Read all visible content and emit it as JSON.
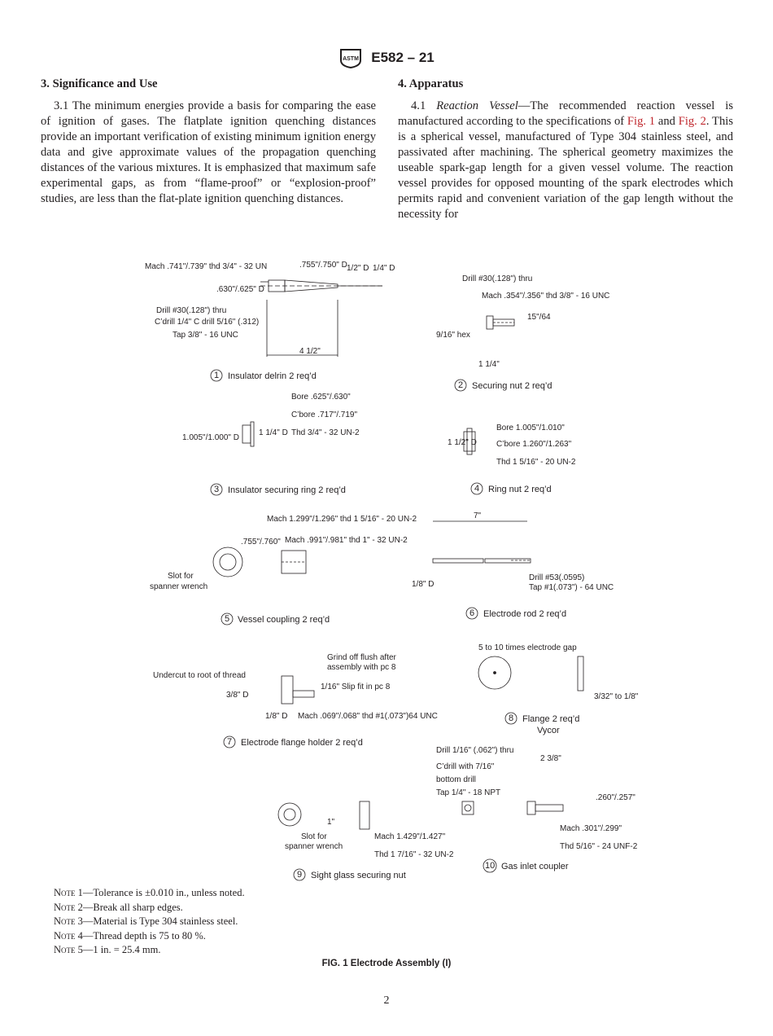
{
  "header": {
    "logo_text": "ASTM",
    "doc_id": "E582 – 21"
  },
  "left_column": {
    "heading": "3. Significance and Use",
    "paragraph": "3.1 The minimum energies provide a basis for comparing the ease of ignition of gases. The flatplate ignition quenching distances provide an important verification of existing minimum ignition energy data and give approximate values of the propagation quenching distances of the various mixtures. It is emphasized that maximum safe experimental gaps, as from “flame-proof” or “explosion-proof” studies, are less than the flat-plate ignition quenching distances."
  },
  "right_column": {
    "heading": "4. Apparatus",
    "para_lead": "4.1 ",
    "para_term": "Reaction Vessel",
    "para_part1": "—The recommended reaction vessel is manufactured according to the specifications of ",
    "link1": "Fig. 1",
    "para_and": " and ",
    "link2": "Fig. 2",
    "para_part2": ". This is a spherical vessel, manufactured of Type 304 stainless steel, and passivated after machining. The spherical geometry maximizes the useable spark-gap length for a given vessel volume. The reaction vessel provides for opposed mounting of the spark electrodes which permits rapid and convenient variation of the gap length without the necessity for"
  },
  "figure": {
    "parts": [
      {
        "num": "1",
        "label": "Insulator delrin 2 req’d"
      },
      {
        "num": "2",
        "label": "Securing nut 2 req’d"
      },
      {
        "num": "3",
        "label": "Insulator securing ring 2 req’d"
      },
      {
        "num": "4",
        "label": "Ring nut 2 req’d"
      },
      {
        "num": "5",
        "label": "Vessel coupling 2 req’d"
      },
      {
        "num": "6",
        "label": "Electrode rod 2 req’d"
      },
      {
        "num": "7",
        "label": "Electrode flange holder 2 req’d"
      },
      {
        "num": "8",
        "label": "Flange 2 req’d"
      },
      {
        "num": "9",
        "label": "Sight glass securing nut"
      },
      {
        "num": "10",
        "label": "Gas inlet coupler"
      }
    ],
    "annotations": {
      "p1_mach": "Mach .741\"/.739\" thd 3/4\" - 32 UN",
      "p1_d1": ".755\"/.750\" D",
      "p1_d2": "1/2\" D",
      "p1_d3": "1/4\" D",
      "p1_d4": ".630\"/.625\" D",
      "p1_drill": "Drill #30(.128\") thru",
      "p1_cdrill": "C’drill 1/4\" C drill 5/16\" (.312)",
      "p1_tap": "Tap 3/8\" - 16 UNC",
      "p1_len": "4 1/2\"",
      "p2_drill": "Drill #30(.128\") thru",
      "p2_mach": "Mach .354\"/.356\" thd 3/8\" - 16 UNC",
      "p2_hex": "9/16\" hex",
      "p2_dim": "15\"/64",
      "p2_len": "1 1/4\"",
      "p3_bore": "Bore .625\"/.630\"",
      "p3_cbore": "C’bore .717\"/.719\"",
      "p3_thd": "Thd 3/4\" - 32 UN-2",
      "p3_d": "1.005\"/1.000\" D",
      "p3_d2": "1 1/4\" D",
      "p4_bore": "Bore 1.005\"/1.010\"",
      "p4_cbore": "C’bore 1.260\"/1.263\"",
      "p4_thd": "Thd 1 5/16\" - 20 UN-2",
      "p4_d": "1 1/2\" D",
      "p5_mach1": "Mach 1.299\"/1.296\" thd 1 5/16\" - 20 UN-2",
      "p5_mach2": "Mach .991\"/.981\" thd 1\" - 32 UN-2",
      "p5_dim": ".755\"/.760\"",
      "p5_slot": "Slot for",
      "p5_slot2": "spanner wrench",
      "p6_len": "7\"",
      "p6_drill": "Drill #53(.0595)",
      "p6_tap": "Tap #1(.073\") - 64 UNC",
      "p6_d": "1/8\" D",
      "p7_grind": "Grind off flush after",
      "p7_grind2": "assembly with pc 8",
      "p7_undercut": "Undercut to root of thread",
      "p7_slip": "1/16\" Slip fit in pc 8",
      "p7_mach": "Mach .069\"/.068\" thd #1(.073\")64 UNC",
      "p7_d1": "3/8\" D",
      "p7_d2": "1/8\" D",
      "p8_gap": "5 to 10 times electrode gap",
      "p8_thk": "3/32\" to 1/8\"",
      "p8_mat": "Vycor",
      "p9_slot": "Slot for",
      "p9_slot2": "spanner wrench",
      "p9_mach": "Mach 1.429\"/1.427\"",
      "p9_thd": "Thd 1 7/16\" - 32 UN-2",
      "p9_d": "1\"",
      "p10_drill": "Drill 1/16\" (.062\") thru",
      "p10_cdrill": "C’drill with 7/16\"",
      "p10_bottom": "bottom drill",
      "p10_tap": "Tap 1/4\" - 18 NPT",
      "p10_mach": "Mach .301\"/.299\"",
      "p10_thd": "Thd 5/16\" - 24 UNF-2",
      "p10_dim": ".260\"/.257\"",
      "p10_len": "2 3/8\""
    }
  },
  "notes": [
    {
      "label": "Note 1",
      "text": "—Tolerance is ±0.010 in., unless noted."
    },
    {
      "label": "Note 2",
      "text": "—Break all sharp edges."
    },
    {
      "label": "Note 3",
      "text": "—Material is Type 304 stainless steel."
    },
    {
      "label": "Note 4",
      "text": "—Thread depth is 75 to 80 %."
    },
    {
      "label": "Note 5",
      "text": "—1 in. = 25.4 mm."
    }
  ],
  "figure_caption": "FIG. 1 Electrode Assembly (I)",
  "page_number": "2"
}
